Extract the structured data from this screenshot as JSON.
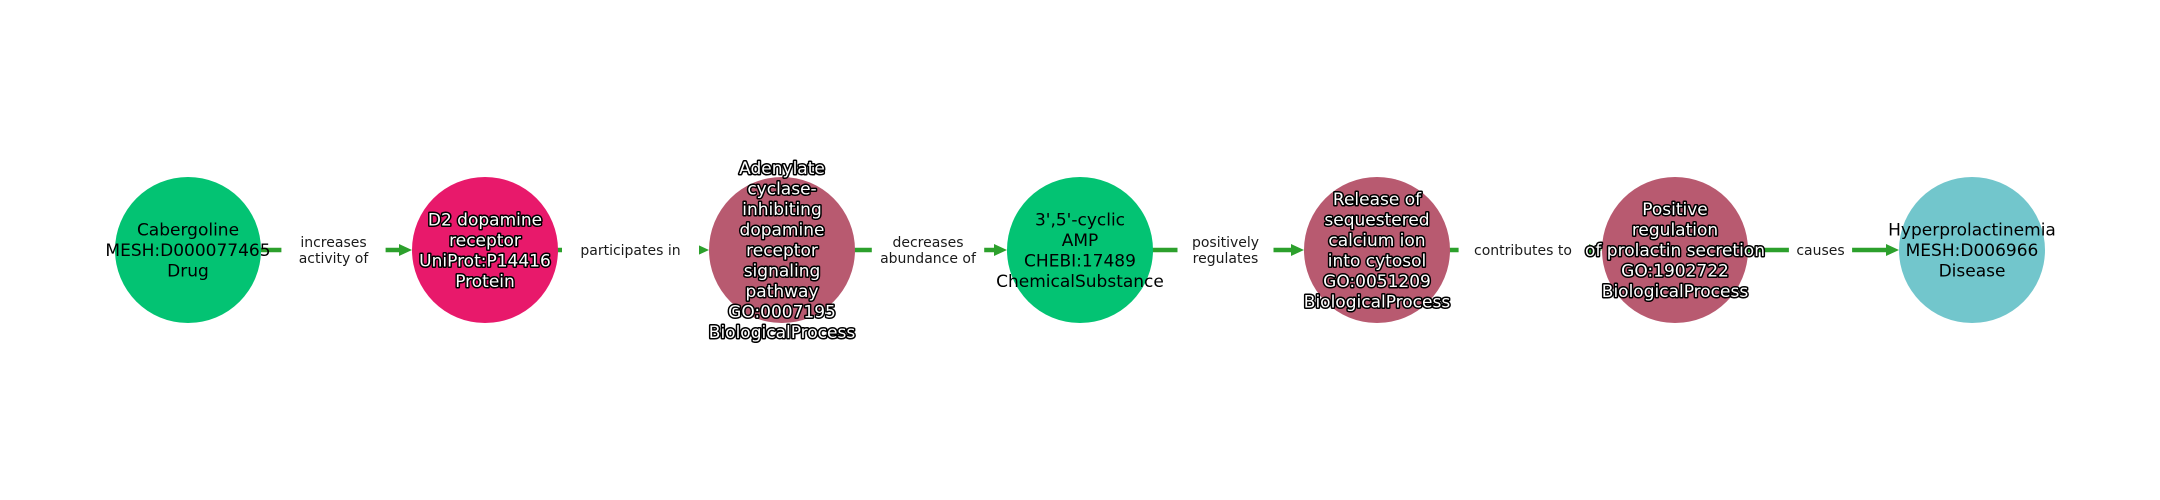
{
  "graph": {
    "type": "knowledge-graph-path",
    "nodes": [
      {
        "id": "cabergoline",
        "lines": [
          "Cabergoline",
          "MESH:D000077465",
          "Drug"
        ],
        "color": "#03c373",
        "text_style": "dark"
      },
      {
        "id": "d2-receptor",
        "lines": [
          "D2 dopamine",
          "receptor",
          "UniProt:P14416",
          "Protein"
        ],
        "color": "#e8196b",
        "text_style": "outlined"
      },
      {
        "id": "adenylate-pathway",
        "lines": [
          "Adenylate",
          "cyclase-",
          "inhibiting",
          "dopamine",
          "receptor",
          "signaling",
          "pathway",
          "GO:0007195",
          "BiologicalProcess"
        ],
        "color": "#b85a70",
        "text_style": "outlined"
      },
      {
        "id": "camp",
        "lines": [
          "3',5'-cyclic",
          "AMP",
          "CHEBI:17489",
          "ChemicalSubstance"
        ],
        "color": "#03c373",
        "text_style": "dark"
      },
      {
        "id": "calcium-release",
        "lines": [
          "Release of",
          "sequestered",
          "calcium ion",
          "into cytosol",
          "GO:0051209",
          "BiologicalProcess"
        ],
        "color": "#b85a70",
        "text_style": "outlined"
      },
      {
        "id": "prolactin-secretion",
        "lines": [
          "Positive",
          "regulation",
          "of prolactin secretion",
          "GO:1902722",
          "BiologicalProcess"
        ],
        "color": "#b85a70",
        "text_style": "outlined"
      },
      {
        "id": "hyperprolactinemia",
        "lines": [
          "Hyperprolactinemia",
          "MESH:D006966",
          "Disease"
        ],
        "color": "#72c6cc",
        "text_style": "dark"
      }
    ],
    "edges": [
      {
        "from": "cabergoline",
        "to": "d2-receptor",
        "lines": [
          "increases",
          "activity of"
        ]
      },
      {
        "from": "d2-receptor",
        "to": "adenylate-pathway",
        "lines": [
          "participates in"
        ]
      },
      {
        "from": "adenylate-pathway",
        "to": "camp",
        "lines": [
          "decreases",
          "abundance of"
        ]
      },
      {
        "from": "camp",
        "to": "calcium-release",
        "lines": [
          "positively",
          "regulates"
        ]
      },
      {
        "from": "calcium-release",
        "to": "prolactin-secretion",
        "lines": [
          "contributes to"
        ]
      },
      {
        "from": "prolactin-secretion",
        "to": "hyperprolactinemia",
        "lines": [
          "causes"
        ]
      }
    ],
    "edge_color": "#2ca02c"
  }
}
